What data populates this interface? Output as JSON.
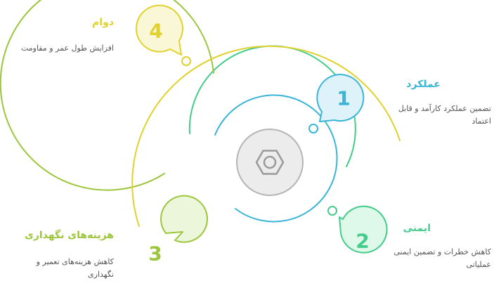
{
  "center_icon": "hexagon-nut-icon",
  "colors": {
    "item1": "#3bb5d6",
    "item2": "#45cc8a",
    "item3": "#9cc63c",
    "item4": "#e1d12e",
    "center_fill": "#ececec",
    "center_stroke": "#b5b5b5"
  },
  "items": [
    {
      "number": "1",
      "title": "عملکرد",
      "description": "تضمین عملکرد کارآمد و قابل اعتماد"
    },
    {
      "number": "2",
      "title": "ایمنی",
      "description": "کاهش خطرات و تضمین ایمنی عملیاتی"
    },
    {
      "number": "3",
      "title": "هزینه‌های نگهداری",
      "description": "کاهش هزینه‌های تعمیر و نگهداری"
    },
    {
      "number": "4",
      "title": "دوام",
      "description": "افزایش طول عمر و مقاومت"
    }
  ]
}
